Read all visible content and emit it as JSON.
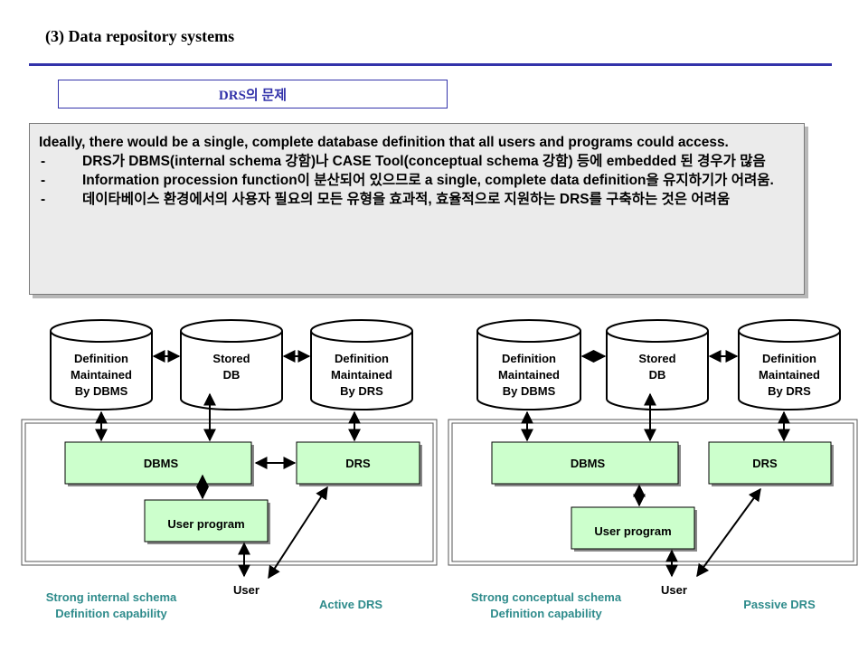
{
  "title": "(3) Data repository systems",
  "subheading": "DRS의 문제",
  "intro_text": "Ideally, there would be a single, complete database definition that all users and programs could access.",
  "bullets": [
    {
      "dash": "-",
      "text": "DRS가 DBMS(internal schema 강함)나 CASE Tool(conceptual schema 강함) 등에 embedded 된 경우가 많음"
    },
    {
      "dash": "-",
      "text": "Information procession function이 분산되어 있으므로 a single, complete data definition을 유지하기가 어려움."
    },
    {
      "dash": "-",
      "text": "데이타베이스 환경에서의 사용자 필요의 모든 유형을 효과적, 효율적으로 지원하는 DRS를 구축하는 것은 어려움"
    }
  ],
  "diagrams": [
    {
      "cylinders": [
        [
          "Definition",
          "Maintained",
          "By DBMS"
        ],
        [
          "Stored",
          "DB"
        ],
        [
          "Definition",
          "Maintained",
          "By DRS"
        ]
      ],
      "boxes": {
        "dbms": "DBMS",
        "drs": "DRS",
        "user_program": "User program"
      },
      "user": "User",
      "left_caption": [
        "Strong internal schema",
        "Definition capability"
      ],
      "right_caption": "Active DRS"
    },
    {
      "cylinders": [
        [
          "Definition",
          "Maintained",
          "By DBMS"
        ],
        [
          "Stored",
          "DB"
        ],
        [
          "Definition",
          "Maintained",
          "By DRS"
        ]
      ],
      "boxes": {
        "dbms": "DBMS",
        "drs": "DRS",
        "user_program": "User program"
      },
      "user": "User",
      "left_caption": [
        "Strong conceptual schema",
        "Definition capability"
      ],
      "right_caption": "Passive DRS"
    }
  ],
  "colors": {
    "accent": "#3333aa",
    "box_fill": "#ccffcc",
    "caption": "#2e8b8b",
    "textbox_fill": "#ebebeb"
  }
}
